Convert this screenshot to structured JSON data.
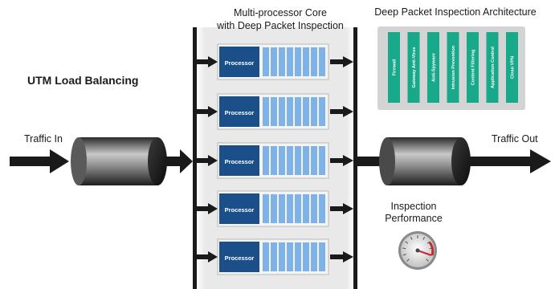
{
  "titles": {
    "core_line1": "Multi-processor Core",
    "core_line2": "with Deep Packet Inspection",
    "dpi": "Deep Packet Inspection Architecture",
    "utm": "UTM Load Balancing"
  },
  "flow": {
    "traffic_in": "Traffic In",
    "traffic_out": "Traffic Out",
    "inspection_line1": "Inspection",
    "inspection_line2": "Performance"
  },
  "processors": [
    "Processor",
    "Processor",
    "Processor",
    "Processor",
    "Processor"
  ],
  "dpi_modules": [
    "Firewall",
    "Gateway Anti-Virus",
    "Anti-Spyware",
    "Intrusion Prevention",
    "Content Filtering",
    "Application Control",
    "Clean VPN"
  ],
  "colors": {
    "processor": "#1b4f8a",
    "queue_cell": "#7fb3e8",
    "module": "#17a98a",
    "panel": "#d4d4d4",
    "arrow": "#1a1a1a"
  }
}
